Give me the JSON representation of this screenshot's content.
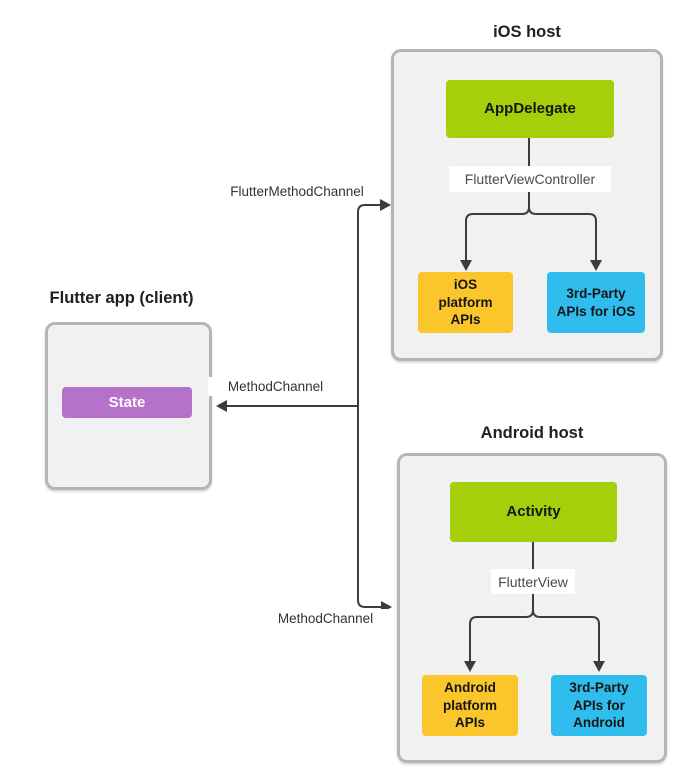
{
  "diagram": {
    "groups": {
      "ios": {
        "title": "iOS host"
      },
      "flutter": {
        "title": "Flutter app (client)"
      },
      "android": {
        "title": "Android host"
      }
    },
    "nodes": {
      "app_delegate": {
        "label": "AppDelegate",
        "color": "#a5ce0b"
      },
      "state": {
        "label": "State",
        "color": "#b671c9"
      },
      "ios_platform_apis": {
        "label": "iOS\nplatform\nAPIs",
        "color": "#fbc52c"
      },
      "ios_third_party": {
        "label": "3rd-Party\nAPIs for iOS",
        "color": "#30bdee"
      },
      "activity": {
        "label": "Activity",
        "color": "#a5ce0b"
      },
      "android_platform_apis": {
        "label": "Android\nplatform\nAPIs",
        "color": "#fbc52c"
      },
      "android_third_party": {
        "label": "3rd-Party\nAPIs for\nAndroid",
        "color": "#30bdee"
      }
    },
    "edge_labels": {
      "flutter_view_controller": "FlutterViewController",
      "flutter_view": "FlutterView",
      "flutter_method_channel": "FlutterMethodChannel",
      "method_channel_mid": "MethodChannel",
      "method_channel_bottom": "MethodChannel"
    },
    "colors": {
      "group_fill": "#f1f1f1",
      "group_border": "#b5b5b5",
      "line": "#3c3c3c",
      "green": "#a5ce0b",
      "yellow": "#fbc52c",
      "cyan": "#30bdee",
      "purple": "#b671c9"
    }
  }
}
